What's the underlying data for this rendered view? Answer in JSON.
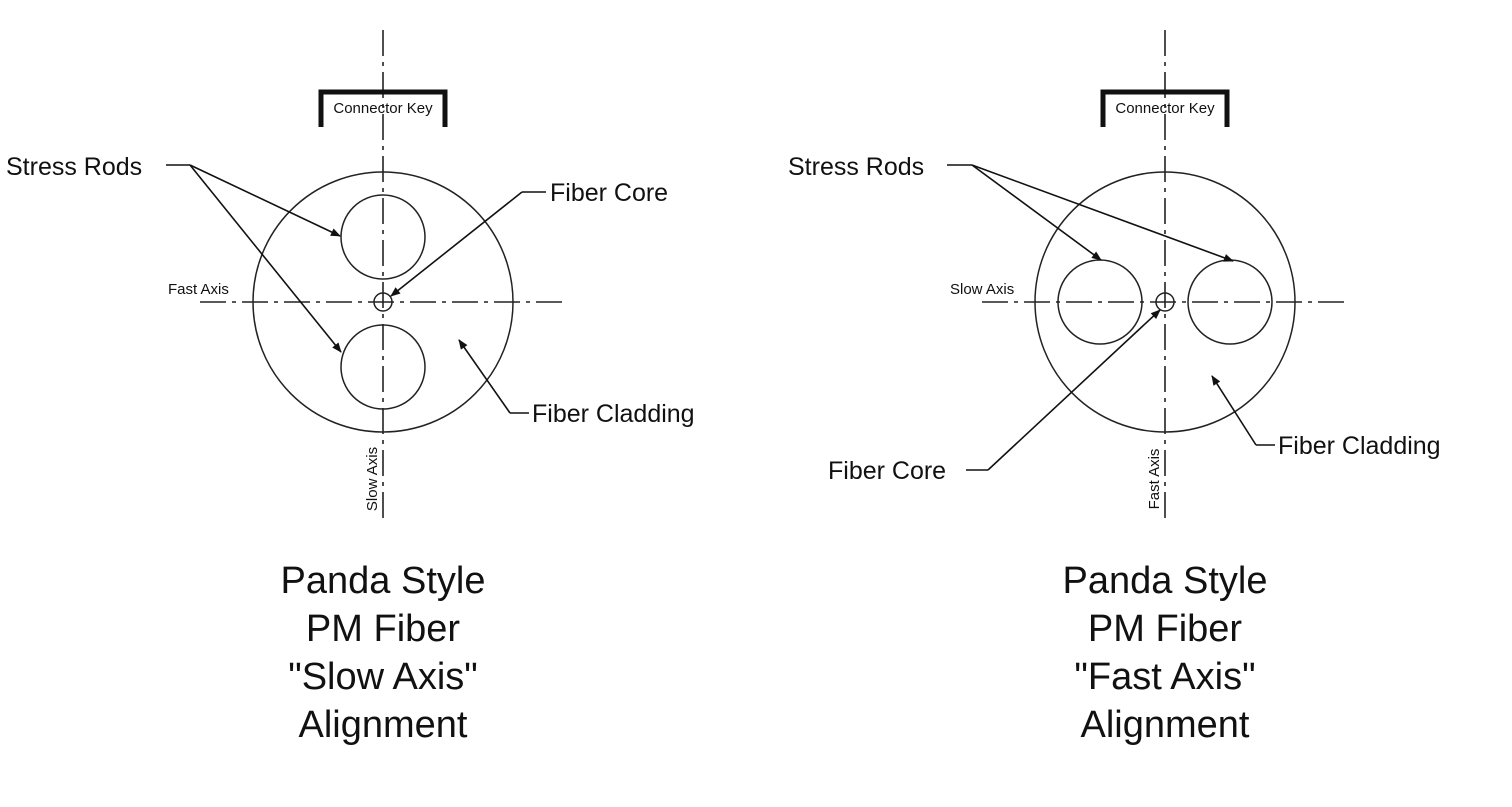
{
  "diagrams": [
    {
      "connector_key": "Connector Key",
      "stress_rods_label": "Stress Rods",
      "fiber_core_label": "Fiber Core",
      "fiber_cladding_label": "Fiber Cladding",
      "horizontal_axis_label": "Fast Axis",
      "vertical_axis_label": "Slow Axis",
      "caption": [
        "Panda Style",
        "PM Fiber",
        "\"Slow Axis\"",
        "Alignment"
      ]
    },
    {
      "connector_key": "Connector Key",
      "stress_rods_label": "Stress Rods",
      "fiber_core_label": "Fiber Core",
      "fiber_cladding_label": "Fiber Cladding",
      "horizontal_axis_label": "Slow Axis",
      "vertical_axis_label": "Fast Axis",
      "caption": [
        "Panda Style",
        "PM Fiber",
        "\"Fast Axis\"",
        "Alignment"
      ]
    }
  ],
  "colors": {
    "ink": "#111111",
    "background": "#ffffff"
  }
}
